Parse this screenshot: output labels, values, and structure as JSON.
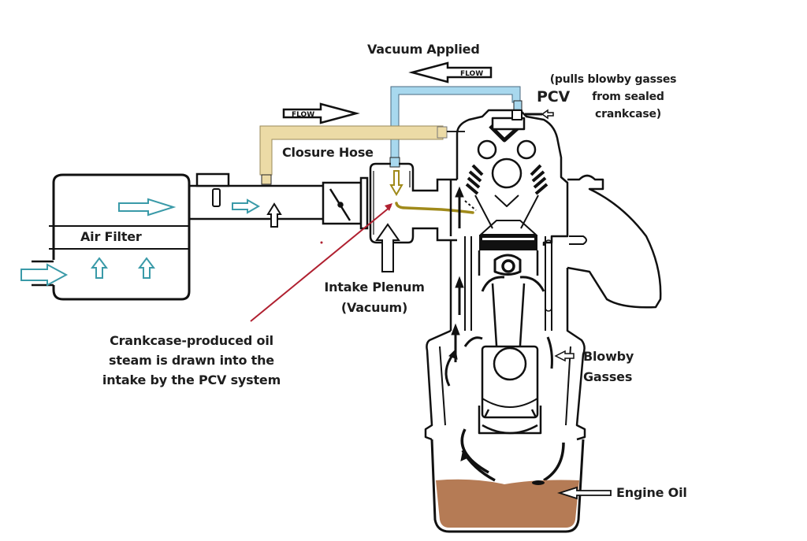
{
  "diagram": {
    "title": "PCV (Positive Crankcase Ventilation) System",
    "labels": {
      "vacuum_applied": "Vacuum Applied",
      "flow_top": "FLOW",
      "flow_closure": "FLOW",
      "pcv": "PCV",
      "pcv_note_line1": "(pulls blowby gasses",
      "pcv_note_line2": "from sealed",
      "pcv_note_line3": "crankcase)",
      "closure_hose": "Closure Hose",
      "air_filter": "Air Filter",
      "intake_plenum_line1": "Intake Plenum",
      "intake_plenum_line2": "(Vacuum)",
      "callout_line1": "Crankcase-produced oil",
      "callout_line2": "steam is drawn into the",
      "callout_line3": "intake by the PCV system",
      "blowby_line1": "Blowby",
      "blowby_line2": "Gasses",
      "engine_oil": "Engine Oil"
    },
    "colors": {
      "vacuum_hose": "#a8d8ee",
      "closure_hose": "#ecdba6",
      "air_arrow": "#3a9aa8",
      "oil_steam": "#a08a1a",
      "callout_line": "#b02030",
      "engine_oil": "#b57b55",
      "line": "#111111"
    }
  }
}
